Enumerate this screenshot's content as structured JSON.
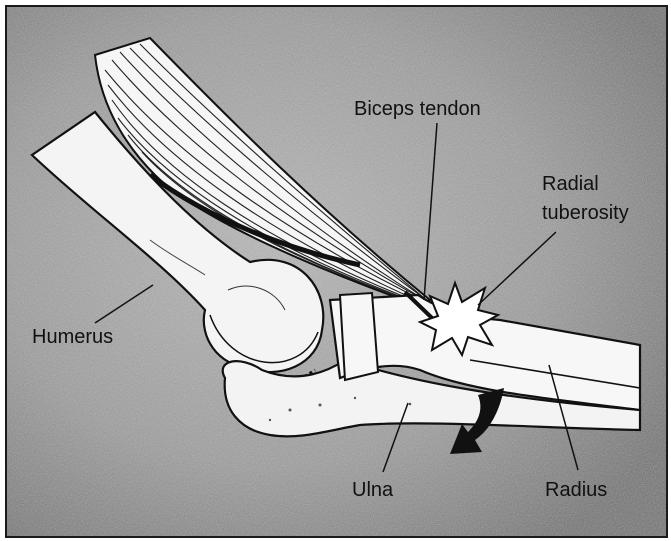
{
  "labels": {
    "biceps_tendon": "Biceps tendon",
    "radial_tuberosity_line1": "Radial",
    "radial_tuberosity_line2": "tuberosity",
    "humerus": "Humerus",
    "ulna": "Ulna",
    "radius": "Radius"
  },
  "colors": {
    "background": "#8f8f8f",
    "frame": "#1a1a1a",
    "bone": "#f4f4f4",
    "ink": "#111111"
  }
}
